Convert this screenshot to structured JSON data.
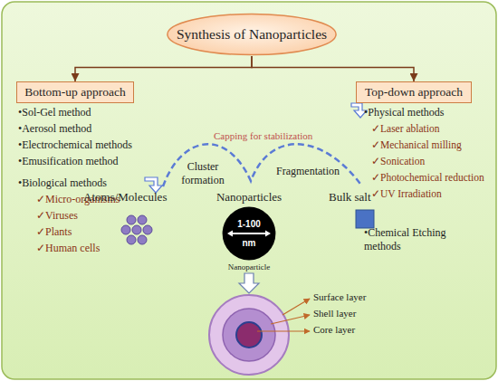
{
  "diagram": {
    "nodes": [
      {
        "text": [
          "Synthesis of Nanoparticles"
        ]
      },
      {
        "text": [
          "Bottom-up approach"
        ]
      },
      {
        "text": [
          "Top-down approach"
        ]
      },
      {
        "text": [
          "1-100 nm"
        ]
      }
    ],
    "edges": [
      {
        "from": 0,
        "to": 1,
        "arrow": "to"
      },
      {
        "from": 0,
        "to": 2,
        "arrow": "to"
      }
    ],
    "labels": [
      "•Sol-Gel method",
      "•Aerosol method",
      "•Electrochemical methods",
      "•Emusification method",
      "•Physical methods",
      "✓Laser ablation",
      "✓Mechanical milling",
      "✓Sonication",
      "✓Photochemical reduction",
      "✓UV Irradiation",
      "•Biological methods",
      "✓Micro-organisms",
      "✓Viruses",
      "✓Plants",
      "✓Human cells",
      "Capping for stabilization",
      "Cluster formation",
      "Fragmentation",
      "Atoms/Molecules",
      "Nanoparticles",
      "Bulk salt",
      "•Chemical Etching methods",
      "Nanoparticle",
      "Surface layer",
      "Shell layer",
      "Core layer"
    ]
  }
}
